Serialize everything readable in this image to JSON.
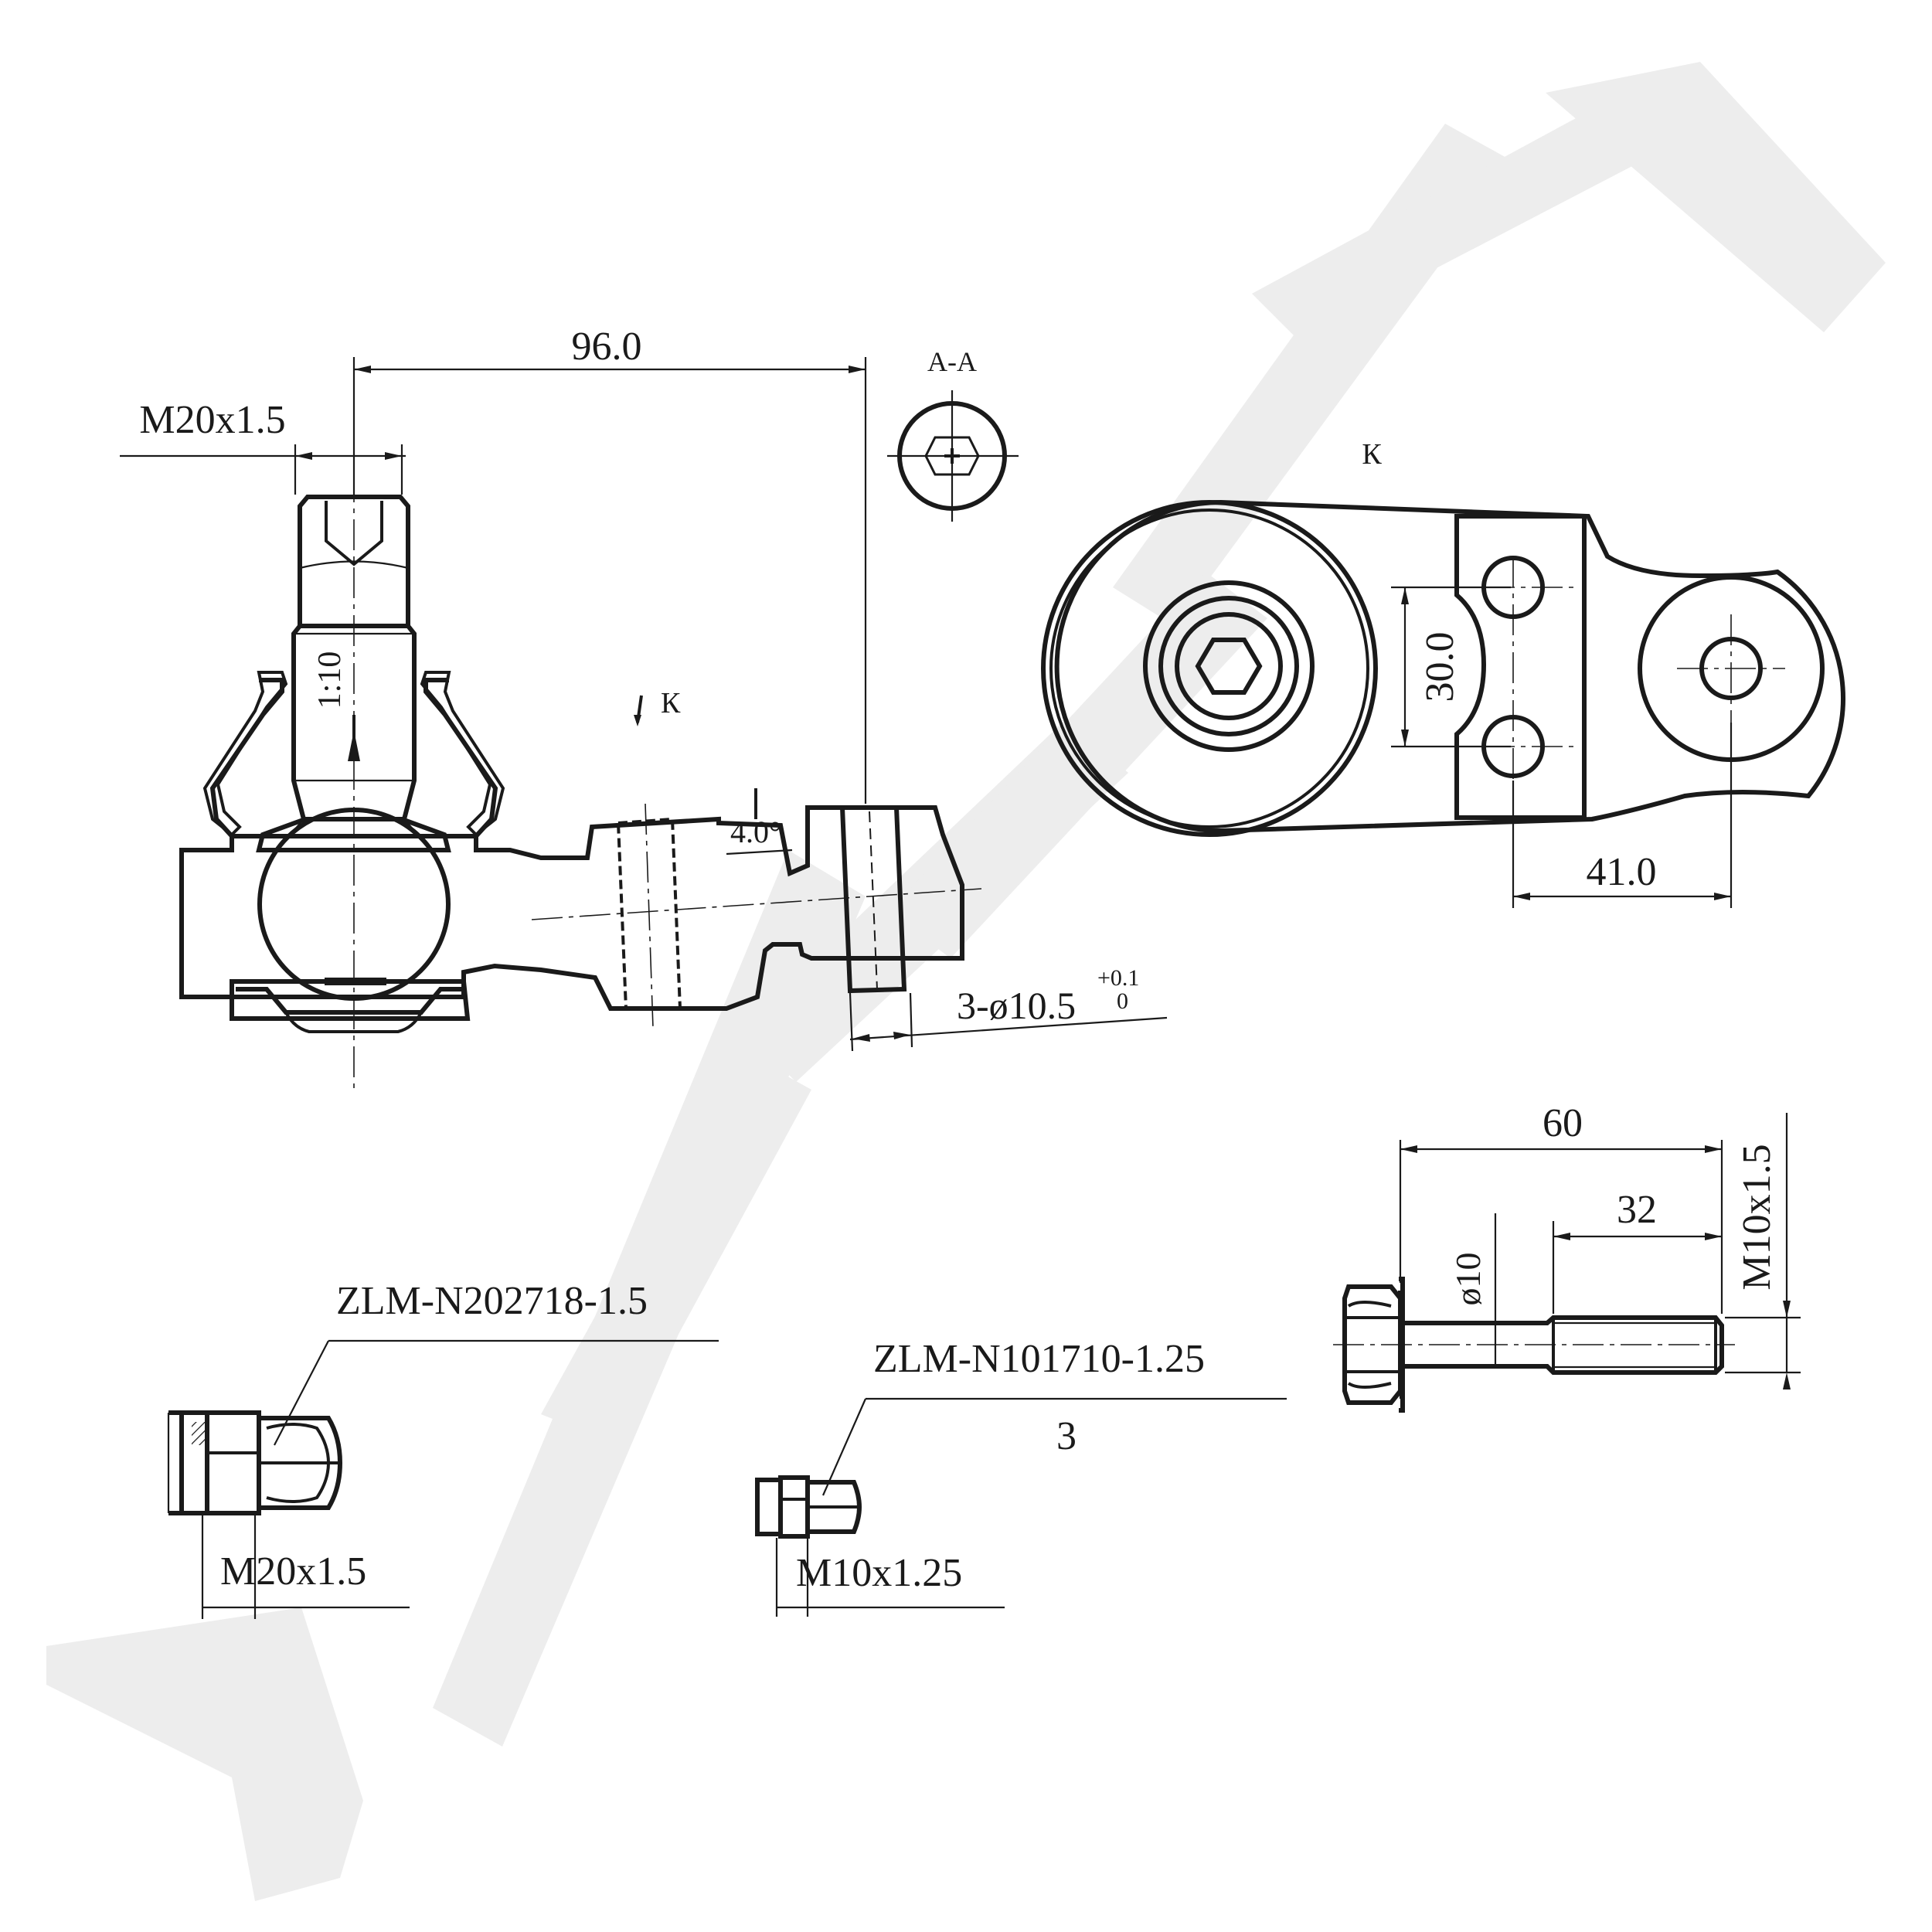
{
  "labels": {
    "dim_96": "96.0",
    "thread_stud": "M20x1.5",
    "section": "A-A",
    "taper": "1:10",
    "view_k_top": "К",
    "view_k_mid": "К",
    "angle": "4.0°",
    "holes_main": "3-ø10.5",
    "holes_tol_upper": "+0.1",
    "holes_tol_lower": "0",
    "dim_30": "30.0",
    "dim_41": "41.0",
    "nut_large_code": "ZLM-N202718-1.5",
    "nut_large_thread": "M20x1.5",
    "nut_small_code": "ZLM-N101710-1.25",
    "nut_small_qty": "3",
    "nut_small_thread": "M10x1.25",
    "bolt_length": "60",
    "bolt_thread_len": "32",
    "bolt_dia": "ø10",
    "bolt_thread": "M10x1.5"
  },
  "watermark": {
    "color": "#ededed"
  }
}
